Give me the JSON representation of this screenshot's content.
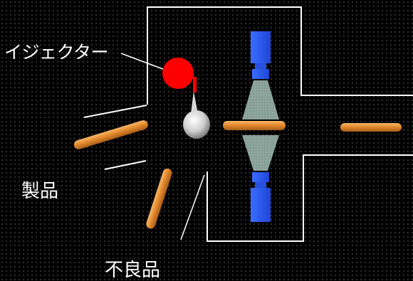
{
  "labels": {
    "ejector": "イジェクター",
    "product": "製品",
    "defect": "不良品"
  },
  "colors": {
    "background": "#000000",
    "walls": "#ffffff",
    "ejector": "#ff0000",
    "sensor": "#2f5cf5",
    "beam": "#8fa9a0",
    "item": "#e58a2e",
    "nozzle": "#d8d8d8"
  },
  "icons": {
    "ejector": "red-circle",
    "nozzle": "air-nozzle",
    "sensor": "optical-sensor-pair"
  }
}
